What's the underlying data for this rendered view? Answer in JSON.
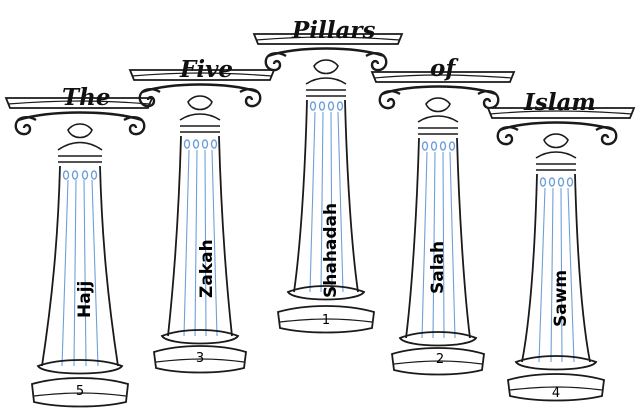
{
  "title_words": [
    "The",
    "Five",
    "Pillars",
    "of",
    "Islam"
  ],
  "pillars": [
    {
      "name": "Hajj",
      "number": "5"
    },
    {
      "name": "Zakah",
      "number": "3"
    },
    {
      "name": "Shahadah",
      "number": "1"
    },
    {
      "name": "Salah",
      "number": "2"
    },
    {
      "name": "Sawm",
      "number": "4"
    }
  ],
  "colors": {
    "outline": "#1a1a1a",
    "flute_blue": "#6f9fd8",
    "background": "#ffffff"
  }
}
